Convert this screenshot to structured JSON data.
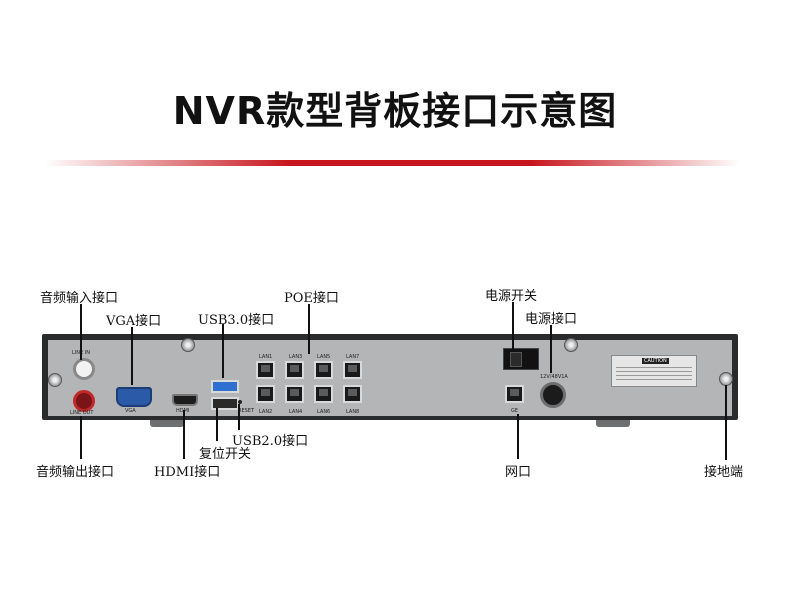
{
  "title": "NVR款型背板接口示意图",
  "labels": {
    "audio_in": "音频输入接口",
    "vga": "VGA接口",
    "usb3": "USB3.0接口",
    "poe": "POE接口",
    "power_switch": "电源开关",
    "power_port": "电源接口",
    "audio_out": "音频输出接口",
    "hdmi": "HDMI接口",
    "reset": "复位开关",
    "usb2": "USB2.0接口",
    "network": "网口",
    "ground": "接地端"
  },
  "panel_text": {
    "line_in": "LINE IN",
    "line_out": "LINE OUT",
    "vga": "VGA",
    "hdmi": "HDMI",
    "reset": "RESET",
    "ge": "GE",
    "dc": "12V/48V1A",
    "caution": "CAUTION",
    "lan_top": [
      "LAN1",
      "LAN3",
      "LAN5",
      "LAN7"
    ],
    "lan_bottom": [
      "LAN2",
      "LAN4",
      "LAN6",
      "LAN8"
    ]
  },
  "colors": {
    "accent_red": "#c8161e",
    "panel_grey": "#b4b5b7",
    "usb3_blue": "#2f6fd0",
    "vga_blue": "#2b5aa8",
    "rca_red": "#c0282a"
  }
}
